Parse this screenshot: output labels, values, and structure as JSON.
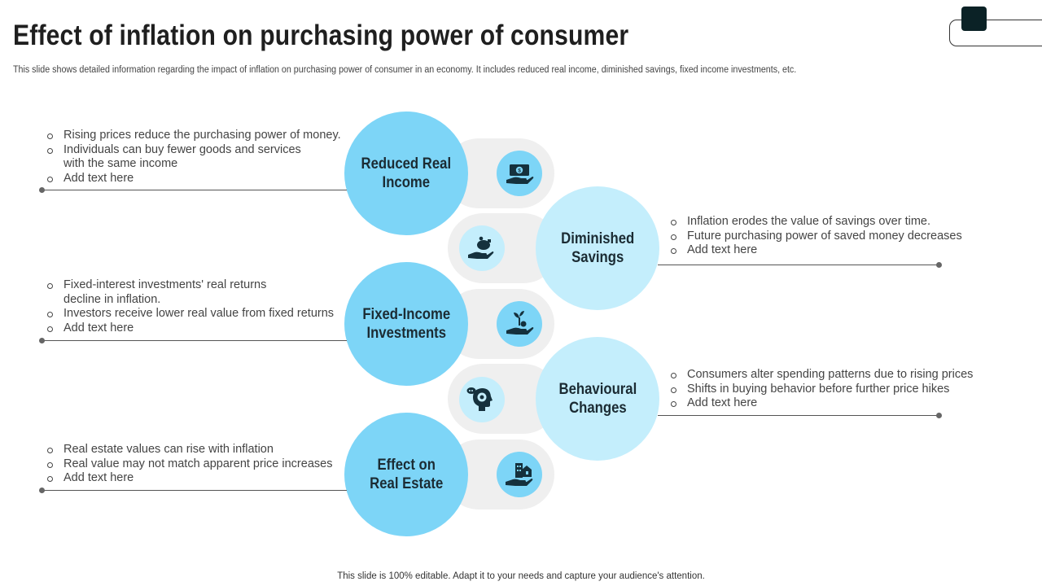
{
  "title": "Effect of inflation on purchasing power of consumer",
  "subtitle": "This slide shows detailed information regarding the impact of inflation on purchasing power of consumer in an economy. It includes reduced real income, diminished savings, fixed income investments, etc.",
  "footer": "This slide is 100% editable. Adapt it to your needs and capture your audience's attention.",
  "colors": {
    "primary_circle": "#7dd5f7",
    "secondary_circle": "#c4eefc",
    "pill": "#efefef",
    "icon_ink": "#15313d"
  },
  "items": [
    {
      "label": "Reduced Real\nIncome",
      "icon": "money-hand-icon",
      "points": [
        "Rising prices reduce the purchasing power of money.",
        "Individuals can buy fewer goods and services\nwith the same income",
        "Add text here"
      ]
    },
    {
      "label": "Diminished\nSavings",
      "icon": "piggy-bank-hand-icon",
      "points": [
        "Inflation erodes the value of savings over time.",
        "Future purchasing power of saved money decreases",
        "Add text here"
      ]
    },
    {
      "label": "Fixed-Income\nInvestments",
      "icon": "investment-growth-hand-icon",
      "points": [
        "Fixed-interest investments' real returns\ndecline in inflation.",
        "Investors receive lower real value from fixed returns",
        "Add text here"
      ]
    },
    {
      "label": "Behavioural\nChanges",
      "icon": "head-gears-icon",
      "points": [
        "Consumers alter spending patterns due to rising prices",
        "Shifts in buying behavior before further price hikes",
        "Add text here"
      ]
    },
    {
      "label": "Effect on\nReal Estate",
      "icon": "real-estate-hand-icon",
      "points": [
        "Real estate values can rise with inflation",
        "Real value may not match apparent price increases",
        "Add text here"
      ]
    }
  ]
}
